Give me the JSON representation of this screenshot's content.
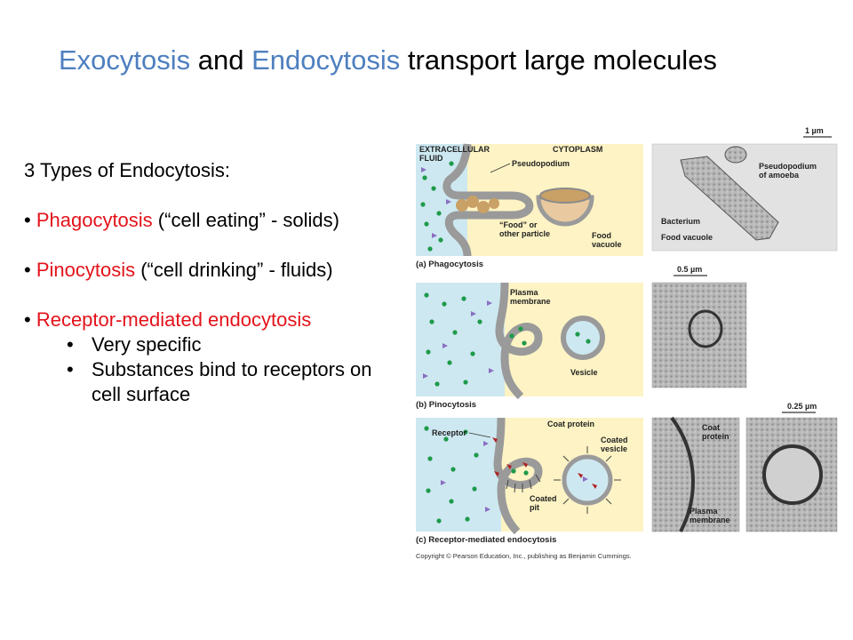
{
  "title": {
    "part1": "Exocytosis",
    "part2": " and ",
    "part3": "Endocytosis",
    "part4": " transport large molecules"
  },
  "content": {
    "heading": "3 Types of Endocytosis:",
    "item1_bullet": "• ",
    "item1_name": "Phagocytosis",
    "item1_desc": " (“cell eating” - solids)",
    "item2_bullet": "• ",
    "item2_name": "Pinocytosis",
    "item2_desc": " (“cell drinking” - fluids)",
    "item3_bullet": "• ",
    "item3_name": "Receptor-mediated endocytosis",
    "sub_bullets": [
      "Very specific",
      "Substances bind to receptors on cell surface"
    ]
  },
  "figure": {
    "panel_a": {
      "extracellular": "EXTRACELLULAR",
      "fluid": "FLUID",
      "cytoplasm": "CYTOPLASM",
      "pseudopodium": "Pseudopodium",
      "food1": "“Food” or",
      "food2": "other particle",
      "vac1": "Food",
      "vac2": "vacuole",
      "caption": "(a) Phagocytosis",
      "scale": "1 µm",
      "em_pseudo1": "Pseudopodium",
      "em_pseudo2": "of amoeba",
      "em_bacterium": "Bacterium",
      "em_vacuole": "Food vacuole"
    },
    "panel_b": {
      "plasma1": "Plasma",
      "plasma2": "membrane",
      "vesicle": "Vesicle",
      "caption": "(b) Pinocytosis",
      "scale": "0.5 µm"
    },
    "panel_c": {
      "receptor": "Receptor",
      "coat_protein": "Coat protein",
      "coated1": "Coated",
      "coated2": "vesicle",
      "pit1": "Coated",
      "pit2": "pit",
      "caption": "(c) Receptor-mediated endocytosis",
      "scale": "0.25 µm",
      "em_coat1": "Coat",
      "em_coat2": "protein",
      "em_plasma1": "Plasma",
      "em_plasma2": "membrane"
    },
    "copyright": "Copyright © Pearson Education, Inc., publishing as Benjamin Cummings."
  },
  "colors": {
    "title_highlight": "#4e7fbf",
    "term_red": "#e3131b",
    "extracellular_blue": "#cde8f1",
    "cytoplasm_yellow": "#fdf3c4",
    "membrane_gray": "#9a9a9a",
    "particle_green": "#1e9a4a",
    "particle_purple": "#8a6fc2",
    "receptor_red": "#b02020"
  }
}
